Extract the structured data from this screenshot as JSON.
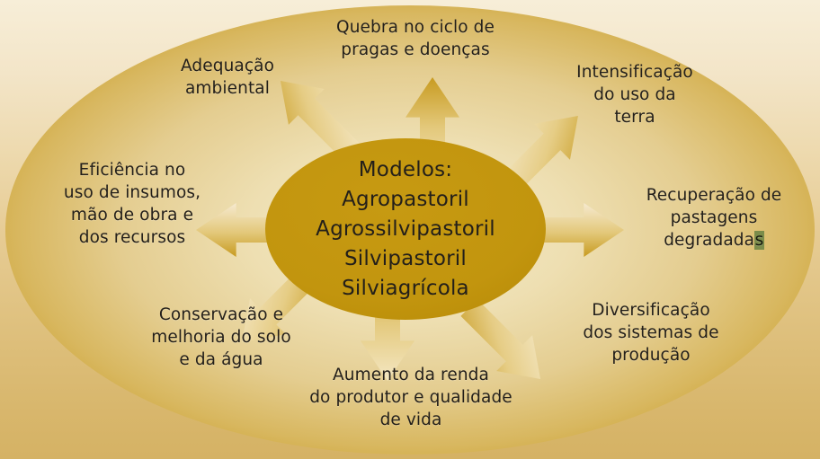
{
  "diagram": {
    "type": "radial-hub-and-spoke",
    "title_shown": false,
    "center": {
      "name": "modelos-hub",
      "lines": [
        "Modelos:",
        "Agropastoril",
        "Agrossilvipastoril",
        "Silvipastoril",
        "Silviagrícola"
      ]
    },
    "spokes": [
      {
        "id": "quebra-ciclo-pragas",
        "direction": "up",
        "label": "Quebra no ciclo de\npragas e doenças"
      },
      {
        "id": "intensificacao-uso-terra",
        "direction": "up-right",
        "label": "Intensificação\ndo uso da\nterra"
      },
      {
        "id": "recuperacao-pastagens",
        "direction": "right",
        "label_pre": "Recuperação de\npastagens\ndegradada",
        "label_highlight": "s",
        "label": "Recuperação de\npastagens\ndegradadas"
      },
      {
        "id": "diversificacao-sistemas",
        "direction": "down-right",
        "label": "Diversificação\ndos sistemas de\nprodução"
      },
      {
        "id": "aumento-renda",
        "direction": "down",
        "label": "Aumento da renda\ndo produtor e qualidade\nde vida"
      },
      {
        "id": "conservacao-solo-agua",
        "direction": "down-left",
        "label": "Conservação e\nmelhoria do solo\ne da água"
      },
      {
        "id": "eficiencia-insumos",
        "direction": "left",
        "label": "Eficiência no\nuso de insumos,\nmão de obra e\ndos recursos"
      },
      {
        "id": "adequacao-ambiental",
        "direction": "up-left",
        "label": "Adequação\nambiental"
      }
    ],
    "colors": {
      "background_top": "#f7eed8",
      "background_bottom": "#d5b264",
      "outer_ellipse_edge": "#c99c1f",
      "outer_ellipse_center": "#f0dcb0",
      "center_ellipse": "#c1930d",
      "arrow_light": "#f2e3bd",
      "arrow_dark": "#c89c20",
      "text": "#231f1a",
      "highlight": "#7b8c4a"
    }
  }
}
